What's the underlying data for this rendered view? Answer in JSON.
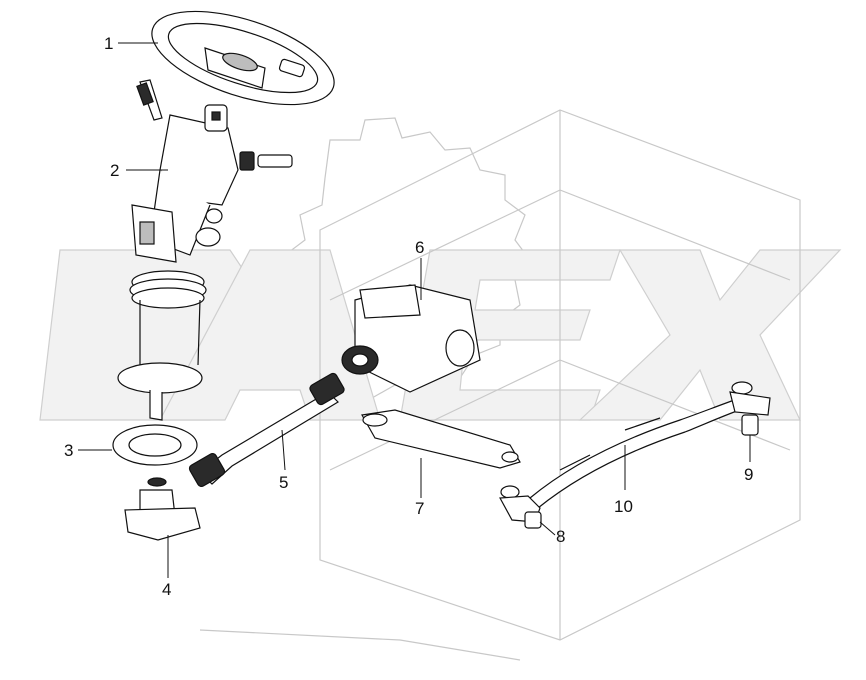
{
  "diagram": {
    "type": "exploded steering assembly parts diagram",
    "watermark_text": "DAEX",
    "callouts": [
      {
        "id": "1",
        "label": "1"
      },
      {
        "id": "2",
        "label": "2"
      },
      {
        "id": "3",
        "label": "3"
      },
      {
        "id": "4",
        "label": "4"
      },
      {
        "id": "5",
        "label": "5"
      },
      {
        "id": "6",
        "label": "6"
      },
      {
        "id": "7",
        "label": "7"
      },
      {
        "id": "8",
        "label": "8"
      },
      {
        "id": "9",
        "label": "9"
      },
      {
        "id": "10",
        "label": "10"
      }
    ],
    "colors": {
      "line": "#111111",
      "watermark": "#c8c8c8",
      "fill_dark": "#2a2a2a",
      "fill_grey": "#bdbdbd"
    }
  }
}
